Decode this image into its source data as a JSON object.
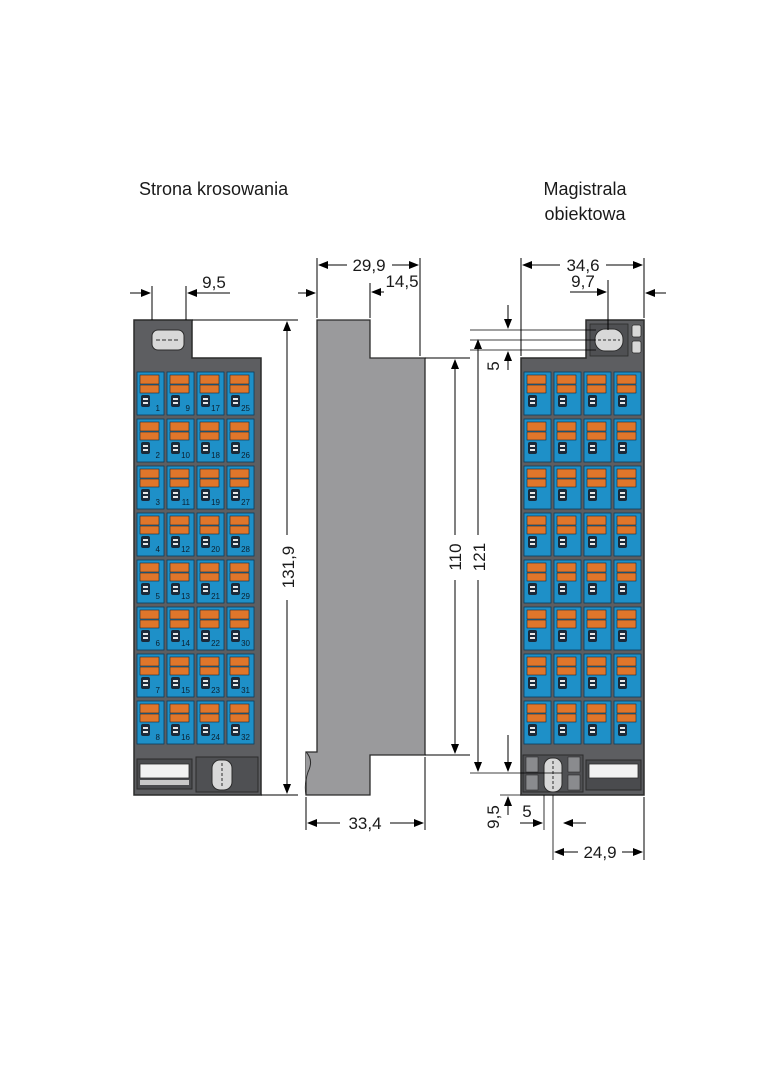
{
  "titles": {
    "left": "Strona krosowania",
    "right_line1": "Magistrala",
    "right_line2": "obiektowa"
  },
  "dimensions": {
    "left_width": "9,5",
    "left_height": "131,9",
    "side_top_width": "29,9",
    "side_top_step": "14,5",
    "side_bottom_width": "33,4",
    "side_height_inner": "110",
    "side_height_outer": "121",
    "right_total_width": "34,6",
    "right_hole_offset": "9,7",
    "right_top_gap": "5",
    "right_bottom_gap": "9,5",
    "right_bottom_hole": "5",
    "right_bottom_width": "24,9"
  },
  "terminal_grid": {
    "rows": 8,
    "columns": 4,
    "left_numbers": [
      [
        "1",
        "9",
        "17",
        "25"
      ],
      [
        "2",
        "10",
        "18",
        "26"
      ],
      [
        "3",
        "11",
        "19",
        "27"
      ],
      [
        "4",
        "12",
        "20",
        "28"
      ],
      [
        "5",
        "13",
        "21",
        "29"
      ],
      [
        "6",
        "14",
        "22",
        "30"
      ],
      [
        "7",
        "15",
        "23",
        "31"
      ],
      [
        "8",
        "16",
        "24",
        "32"
      ]
    ]
  },
  "colors": {
    "housing": "#5d5e61",
    "side_view": "#9a9a9c",
    "terminal_blue": "#1e90c8",
    "terminal_orange": "#e0762a",
    "terminal_dark": "#1b2a3a"
  }
}
